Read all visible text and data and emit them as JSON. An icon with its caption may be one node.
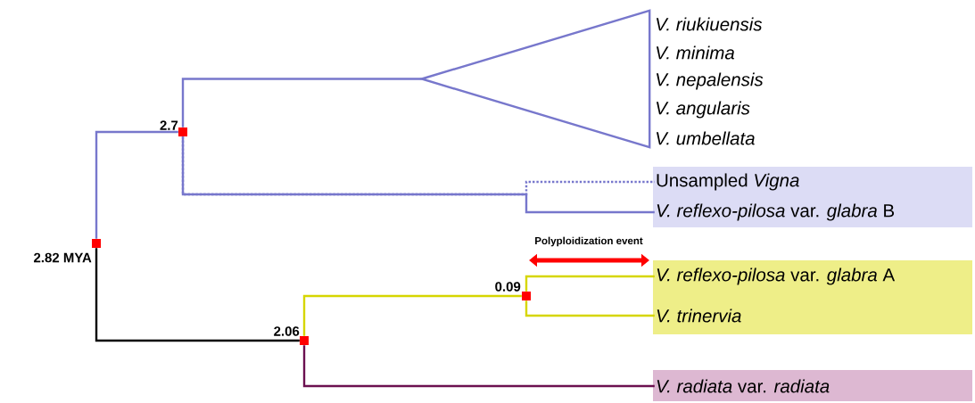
{
  "diagram": {
    "nodes": [
      {
        "text": [],
        "shape": "square",
        "beside": [
          "2.82 MYA"
        ]
      },
      {
        "text": [],
        "shape": "square",
        "beside": [
          "2.7"
        ]
      },
      {
        "text": [],
        "shape": "triangle",
        "beside": [
          "V. riukiuensis",
          "V. minima",
          "V. nepalensis",
          "V. angularis",
          "V. umbellata"
        ]
      },
      {
        "text": [],
        "shape": "band"
      },
      {
        "text": [
          "Unsampled *Vigna*"
        ],
        "in": 3
      },
      {
        "text": [
          "*V. reflexo-pilosa* var. *glabra* B"
        ],
        "in": 3
      },
      {
        "text": [],
        "shape": "square",
        "beside": [
          "2.06"
        ]
      },
      {
        "text": [],
        "shape": "square",
        "beside": [
          "0.09"
        ]
      },
      {
        "text": [],
        "shape": "band"
      },
      {
        "text": [
          "*V. reflexo-pilosa* var. *glabra* A"
        ],
        "in": 8
      },
      {
        "text": [
          "V. trinervia"
        ],
        "in": 8
      },
      {
        "text": [],
        "shape": "band"
      },
      {
        "text": [
          "*V. radiata* var. *radiata*"
        ],
        "in": 11
      }
    ],
    "edges": [
      {
        "from": 0,
        "to": 1,
        "arrow": "none"
      },
      {
        "from": 1,
        "to": 2,
        "arrow": "none"
      },
      {
        "from": 1,
        "to": 4,
        "arrow": "none",
        "style": "dashed"
      },
      {
        "from": 1,
        "to": 5,
        "arrow": "none"
      },
      {
        "from": 0,
        "to": 6,
        "arrow": "none",
        "color": "#000000"
      },
      {
        "from": 6,
        "to": 7,
        "arrow": "none",
        "color": "#d6d600"
      },
      {
        "from": 7,
        "to": 9,
        "arrow": "none",
        "color": "#d6d600"
      },
      {
        "from": 7,
        "to": 10,
        "arrow": "none",
        "color": "#d6d600"
      },
      {
        "from": 6,
        "to": 12,
        "arrow": "none",
        "color": "#6b1050"
      }
    ],
    "labels": [
      "Polyploidization event"
    ]
  }
}
